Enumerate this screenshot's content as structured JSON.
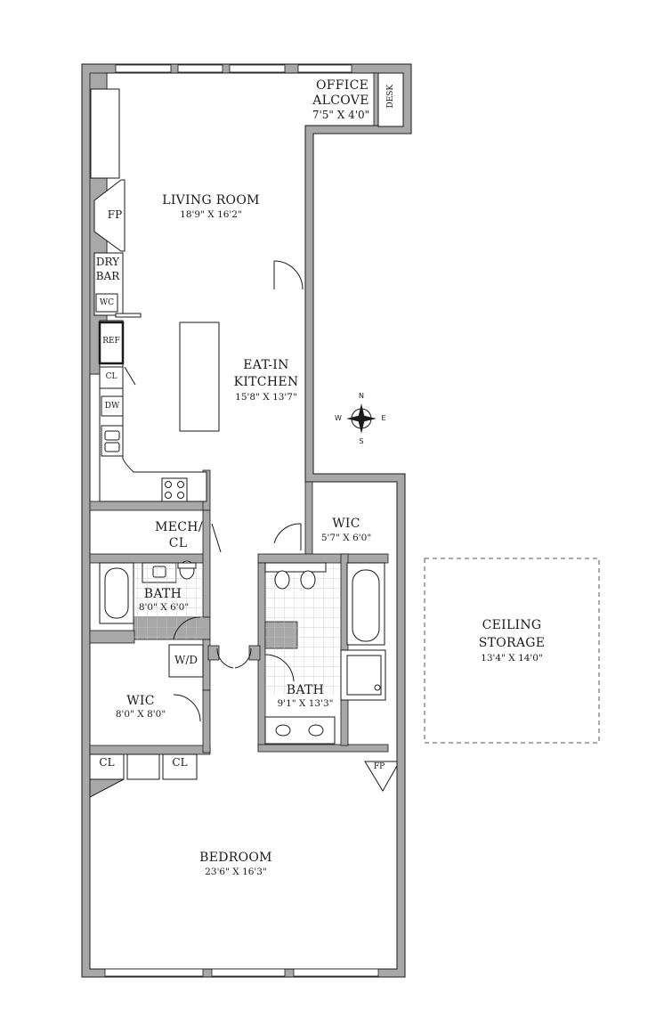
{
  "rooms": {
    "office": {
      "name_1": "OFFICE",
      "name_2": "ALCOVE",
      "dims": "7'5\" X 4'0\"",
      "desk": "DESK"
    },
    "living": {
      "name": "LIVING ROOM",
      "dims": "18'9\" X 16'2\""
    },
    "kitchen": {
      "name_1": "EAT-IN",
      "name_2": "KITCHEN",
      "dims": "15'8\" X 13'7\""
    },
    "wic_master": {
      "name": "WIC",
      "dims": "5'7\" X 6'0\""
    },
    "ceiling_storage": {
      "name_1": "CEILING",
      "name_2": "STORAGE",
      "dims": "13'4\" X 14'0\""
    },
    "mech": {
      "name_1": "MECH/",
      "name_2": "CL"
    },
    "bath_small": {
      "name": "BATH",
      "dims": "8'0\" X 6'0\""
    },
    "bath_master": {
      "name": "BATH",
      "dims": "9'1\" X 13'3\""
    },
    "wd": {
      "name": "W/D"
    },
    "wic_second": {
      "name": "WIC",
      "dims": "8'0\" X 8'0\""
    },
    "bedroom": {
      "name": "BEDROOM",
      "dims": "23'6\" X 16'3\""
    }
  },
  "fixtures": {
    "fp_living": "FP",
    "fp_bedroom": "FP",
    "dry_bar_1": "DRY",
    "dry_bar_2": "BAR",
    "wc": "WC",
    "ref": "REF",
    "cl_kitchen": "CL",
    "dw": "DW",
    "cl_bed_left": "CL",
    "cl_bed_right": "CL"
  },
  "compass": {
    "n": "N",
    "s": "S",
    "e": "E",
    "w": "W"
  },
  "colors": {
    "wall": "#a8a8a8",
    "line": "#1a1a1a",
    "tile": "#c4c4c4"
  }
}
